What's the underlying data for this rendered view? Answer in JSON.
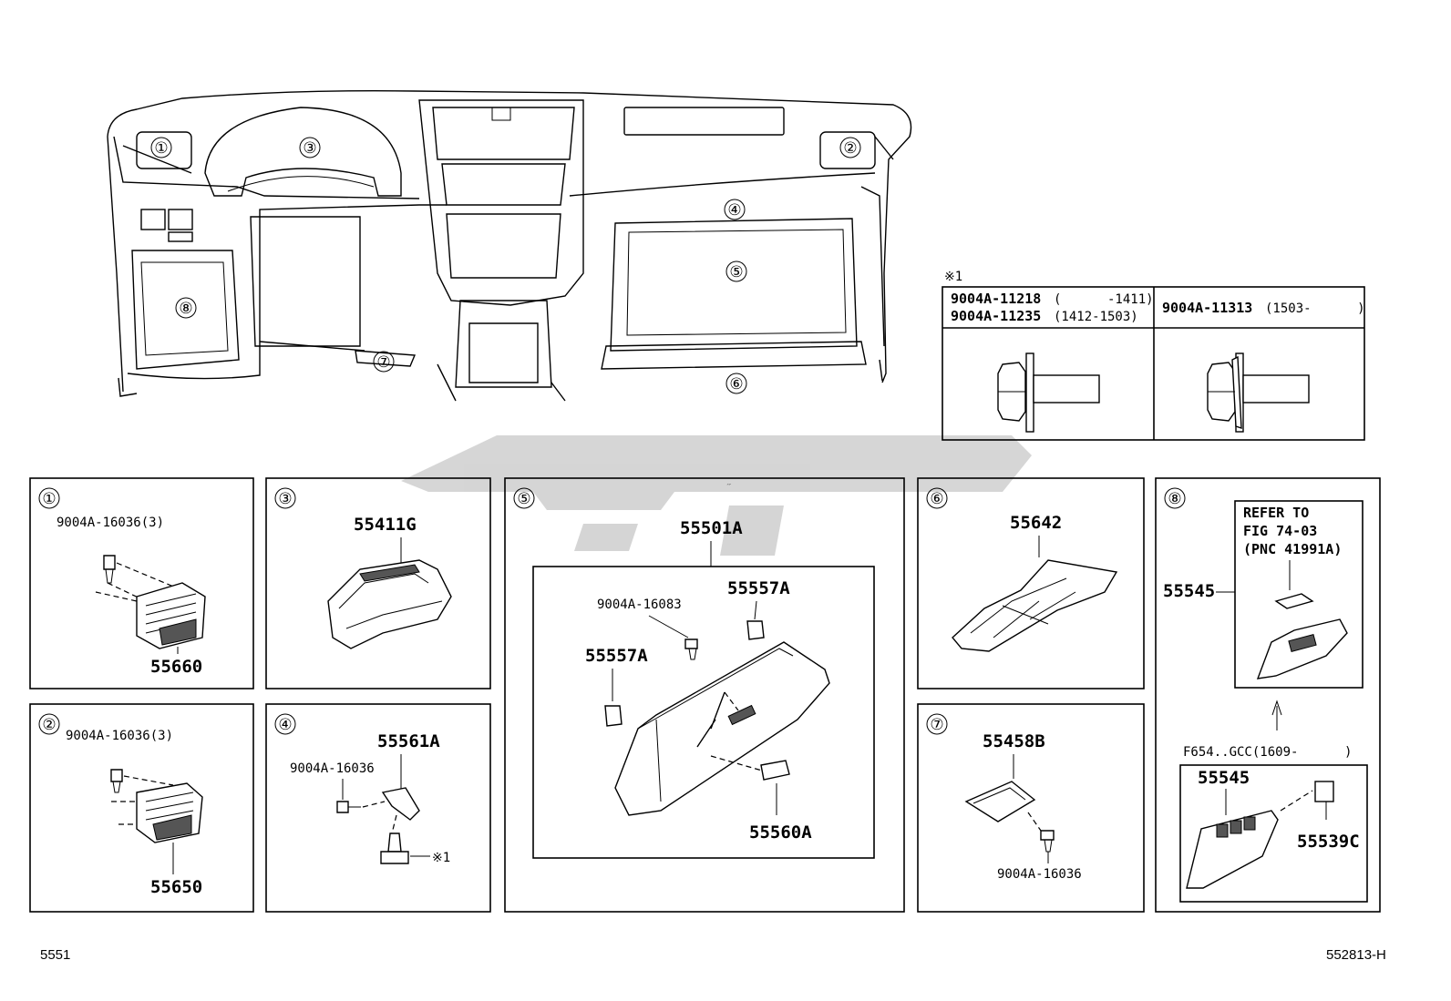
{
  "diagram": {
    "callouts": [
      "①",
      "②",
      "③",
      "④",
      "⑤",
      "⑥",
      "⑦",
      "⑧"
    ],
    "note_mark": "※1",
    "watermark": "ﺗﻮﻳﻮ",
    "table": {
      "col1_line1_part": "9004A-11218",
      "col1_line1_range": "(      -1411)",
      "col1_line2_part": "9004A-11235",
      "col1_line2_range": "(1412-1503)",
      "col2_part": "9004A-11313",
      "col2_range": "(1503-      )"
    },
    "panel1": {
      "screw": "9004A-16036(3)",
      "part": "55660"
    },
    "panel2": {
      "screw": "9004A-16036(3)",
      "part": "55650"
    },
    "panel3": {
      "part": "55411G"
    },
    "panel4": {
      "part": "55561A",
      "screw": "9004A-16036",
      "bolt_note": "※1"
    },
    "panel5": {
      "assembly": "55501A",
      "screw": "9004A-16083",
      "damper_a": "55557A",
      "damper_b": "55557A",
      "latch": "55560A"
    },
    "panel6": {
      "part": "55642"
    },
    "panel7": {
      "part": "55458B",
      "screw": "9004A-16036"
    },
    "panel8": {
      "part_top": "55545",
      "refer_line1": "REFER TO",
      "refer_line2": "FIG 74-03",
      "refer_line3": "(PNC 41991A)",
      "variant": "F654..GCC(1609-      )",
      "part_bottom": "55545",
      "clip": "55539C"
    },
    "footer_left": "5551",
    "footer_right": "552813-H"
  }
}
